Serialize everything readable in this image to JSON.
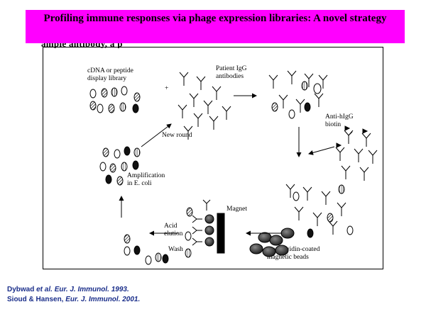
{
  "slide": {
    "title": "Profiling immune responses via phage expression libraries: A novel strategy",
    "cut_text": "ample antibody, a   p"
  },
  "diagram": {
    "labels": {
      "library": [
        "cDNA or peptide",
        "display library"
      ],
      "plus": "+",
      "patient_igg": [
        "Patient IgG",
        "antibodies"
      ],
      "anti_higg": [
        "Anti-hIgG",
        "biotin"
      ],
      "new_round": "New round",
      "amplification": [
        "Amplification",
        "in E. coli"
      ],
      "magnet": "Magnet",
      "acid_elution": [
        "Acid",
        "elution"
      ],
      "wash": "Wash",
      "streptavidin": [
        "Streptavidin-coated",
        "magnetic beads"
      ]
    },
    "colors": {
      "title_bg": "#ff00ff",
      "ref_text": "#1a2e8a"
    }
  },
  "references": [
    {
      "authors": "Dybwad ",
      "etal": "et al",
      "journal": ". Eur. J. Immunol. 1993."
    },
    {
      "authors": "Sioud & Hansen, ",
      "etal": "",
      "journal": "Eur. J. Immunol. 2001."
    }
  ]
}
